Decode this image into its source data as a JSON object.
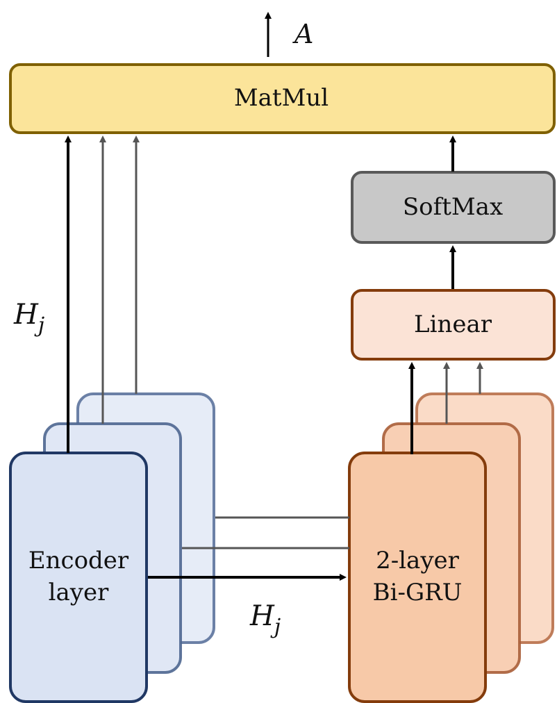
{
  "top_output": {
    "symbol": "A"
  },
  "matmul": {
    "label": "MatMul",
    "fill": "#FBE49A",
    "stroke": "#7F6000"
  },
  "softmax": {
    "label": "SoftMax",
    "fill": "#C8C8C8",
    "stroke": "#595959"
  },
  "linear": {
    "label": "Linear",
    "fill": "#FBE3D6",
    "stroke": "#843C0C"
  },
  "encoder": {
    "label_line1": "Encoder",
    "label_line2": "layer",
    "fill": "#DAE3F3",
    "stroke": "#203864"
  },
  "gru": {
    "label_line1": "2-layer",
    "label_line2": "Bi-GRU",
    "fill": "#F7C9A8",
    "stroke": "#843C0C"
  },
  "hidden_left": {
    "base": "H",
    "sub": "j"
  },
  "hidden_bottom": {
    "base": "H",
    "sub": "j"
  }
}
